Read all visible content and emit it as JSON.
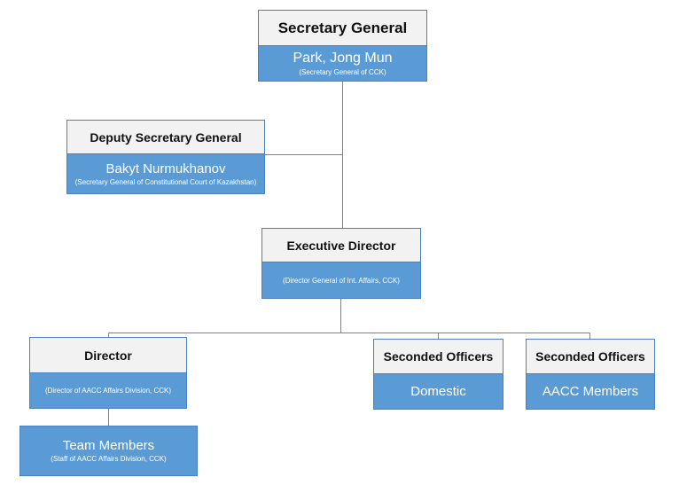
{
  "secretary_general": {
    "title": "Secretary General",
    "name": "Park, Jong Mun",
    "subtitle": "(Secretary General of CCK)"
  },
  "deputy_secretary_general": {
    "title": "Deputy Secretary General",
    "name": "Bakyt Nurmukhanov",
    "subtitle": "(Secretary General of Constitutional Court of Kazakhstan)"
  },
  "executive_director": {
    "title": "Executive Director",
    "subtitle": "(Director General of Int. Affairs, CCK)"
  },
  "director": {
    "title": "Director",
    "subtitle": "(Director of AACC Affairs Division, CCK)"
  },
  "seconded_domestic": {
    "title": "Seconded Officers",
    "name": "Domestic"
  },
  "seconded_aacc": {
    "title": "Seconded Officers",
    "name": "AACC Members"
  },
  "team_members": {
    "name": "Team Members",
    "subtitle": "(Staff of AACC Affairs Division, CCK)"
  },
  "colors": {
    "box_fill": "#5b9bd5",
    "box_border": "#4a7fc0",
    "header_fill": "#f2f2f2",
    "connector": "#808080"
  }
}
